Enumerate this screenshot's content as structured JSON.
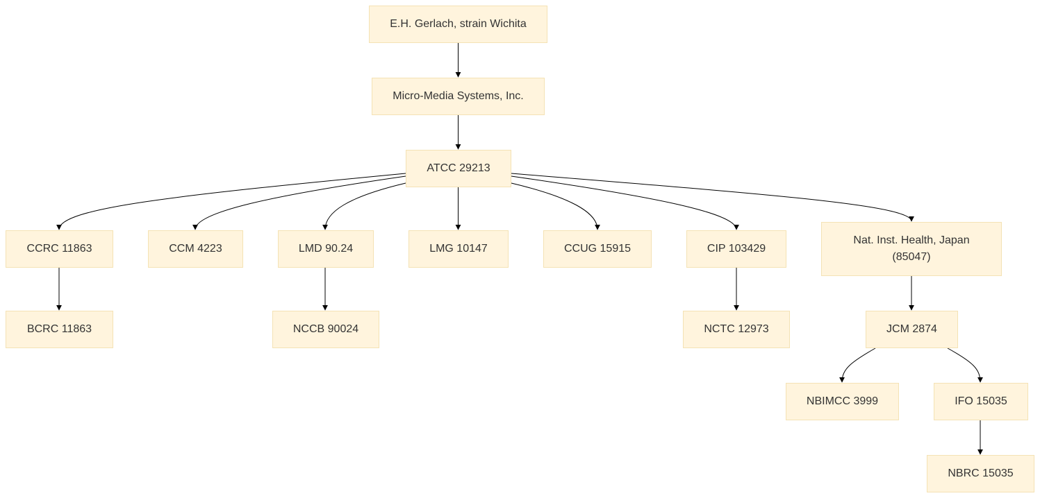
{
  "diagram": {
    "type": "tree",
    "colors": {
      "node_fill": "#fff4dd",
      "node_border": "#f4e2b4",
      "edge": "#000000",
      "text": "#333333"
    },
    "nodes": {
      "gerlach": "E.H. Gerlach, strain Wichita",
      "micromedia": "Micro-Media Systems, Inc.",
      "atcc": "ATCC 29213",
      "ccrc": "CCRC 11863",
      "ccm": "CCM 4223",
      "lmd": "LMD 90.24",
      "lmg": "LMG 10147",
      "ccug": "CCUG 15915",
      "cip": "CIP 103429",
      "nih_line1": "Nat. Inst. Health, Japan",
      "nih_line2": "(85047)",
      "bcrc": "BCRC 11863",
      "nccb": "NCCB 90024",
      "nctc": "NCTC 12973",
      "jcm": "JCM 2874",
      "nbimcc": "NBIMCC 3999",
      "ifo": "IFO 15035",
      "nbrc": "NBRC 15035"
    },
    "edges": [
      [
        "gerlach",
        "micromedia"
      ],
      [
        "micromedia",
        "atcc"
      ],
      [
        "atcc",
        "ccrc"
      ],
      [
        "atcc",
        "ccm"
      ],
      [
        "atcc",
        "lmd"
      ],
      [
        "atcc",
        "lmg"
      ],
      [
        "atcc",
        "ccug"
      ],
      [
        "atcc",
        "cip"
      ],
      [
        "atcc",
        "nih"
      ],
      [
        "ccrc",
        "bcrc"
      ],
      [
        "lmd",
        "nccb"
      ],
      [
        "cip",
        "nctc"
      ],
      [
        "nih",
        "jcm"
      ],
      [
        "jcm",
        "nbimcc"
      ],
      [
        "jcm",
        "ifo"
      ],
      [
        "ifo",
        "nbrc"
      ]
    ]
  }
}
